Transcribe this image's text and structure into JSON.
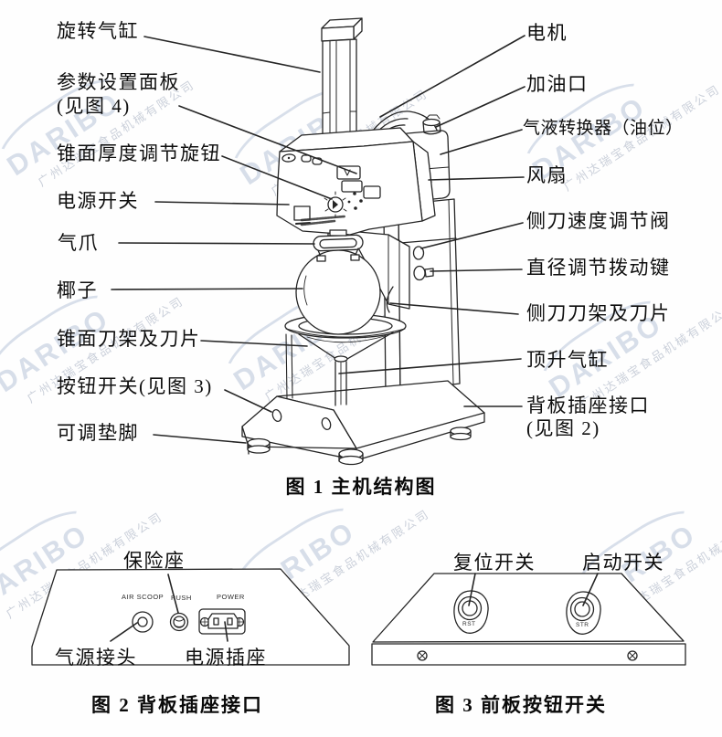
{
  "colors": {
    "line": "#252525",
    "label_text": "#0e0e0e",
    "watermark_brand": "#b2bfd6",
    "watermark_company": "#99a4b8"
  },
  "watermark": {
    "brand": "DARIBO",
    "company": "广州达瑞宝食品机械有限公司"
  },
  "figure1": {
    "caption": "图 1  主机结构图",
    "labels_left": [
      {
        "text": "旋转气缸"
      },
      {
        "text": "参数设置面板",
        "text2": "(见图 4)"
      },
      {
        "text": "锥面厚度调节旋钮"
      },
      {
        "text": "电源开关"
      },
      {
        "text": "气爪"
      },
      {
        "text": "椰子"
      },
      {
        "text": "锥面刀架及刀片"
      },
      {
        "text": "按钮开关(见图 3)"
      },
      {
        "text": "可调垫脚"
      }
    ],
    "labels_right": [
      {
        "text": "电机"
      },
      {
        "text": "加油口"
      },
      {
        "text": "气液转换器（油位）"
      },
      {
        "text": "风扇"
      },
      {
        "text": "侧刀速度调节阀"
      },
      {
        "text": "直径调节拨动键"
      },
      {
        "text": "侧刀刀架及刀片"
      },
      {
        "text": "顶升气缸"
      },
      {
        "text": "背板插座接口",
        "text2": "(见图 2)"
      }
    ]
  },
  "figure2": {
    "caption": "图 2  背板插座接口",
    "fuse_label": "保险座",
    "air_label": "气源接头",
    "power_label": "电源插座",
    "panel_text": {
      "air": "AIR SCOOP",
      "push": "PUSH",
      "power": "POWER"
    }
  },
  "figure3": {
    "caption": "图 3  前板按钮开关",
    "reset_label": "复位开关",
    "start_label": "启动开关",
    "panel_text": {
      "reset": "RST",
      "start": "STR"
    }
  }
}
